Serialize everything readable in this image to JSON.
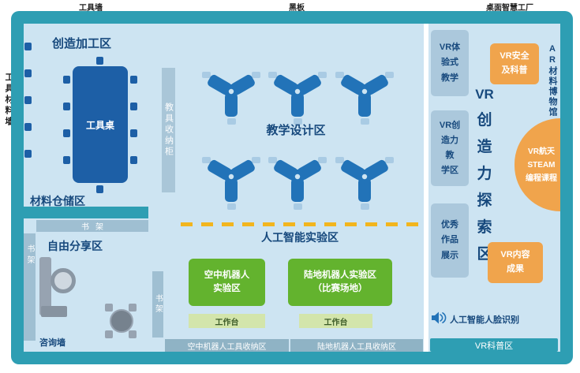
{
  "frame_labels": {
    "top_left": "工具墙",
    "top_center": "黑板",
    "top_right": "桌面智慧工厂",
    "left_wall": "工具材料墙"
  },
  "left_zone": {
    "creation_title": "创造加工区",
    "tool_table": "工具桌",
    "cabinet": "教具收纳柜",
    "storage_title": "材料仓储区",
    "shelf_horizontal": "书架",
    "shelf_vertical_left": "书架",
    "shelf_vertical_right": "书架",
    "share_title": "自由分享区",
    "consult_wall": "咨询墙"
  },
  "center_zone": {
    "design_title": "教学设计区",
    "ai_title": "人工智能实验区",
    "aerial_lab": [
      "空中机器人",
      "实验区"
    ],
    "land_lab": [
      "陆地机器人实验区",
      "（比赛场地）"
    ],
    "workbench_left": "工作台",
    "workbench_right": "工作台",
    "aerial_storage": "空中机器人工具收纳区",
    "land_storage": "陆地机器人工具收纳区"
  },
  "vr_zone": {
    "experience_box": [
      "VR体",
      "验式",
      "教学"
    ],
    "creativity_box": [
      "VR创",
      "造力",
      "教",
      "学区"
    ],
    "works_box": [
      "优秀",
      "作品",
      "展示"
    ],
    "main_title": [
      "VR",
      "创",
      "造",
      "力",
      "探",
      "索",
      "区"
    ],
    "safety_box": [
      "VR安全",
      "及科普"
    ],
    "steam_bubble": [
      "VR航天",
      "STEAM",
      "编程课程"
    ],
    "content_box": [
      "VR内容",
      "成果"
    ],
    "ar_museum": "AR材料博物馆",
    "face_recognition": "人工智能人脸识别",
    "footer": "VR科普区"
  },
  "colors": {
    "frame_teal": "#2E9EB3",
    "floor_blue": "#CDE4F2",
    "navy": "#17497D",
    "table_blue": "#2273B8",
    "green": "#63B32E",
    "orange": "#F0A44C",
    "shelf_grey_blue": "#9FBFD2",
    "dash_yellow": "#F2B51E"
  }
}
